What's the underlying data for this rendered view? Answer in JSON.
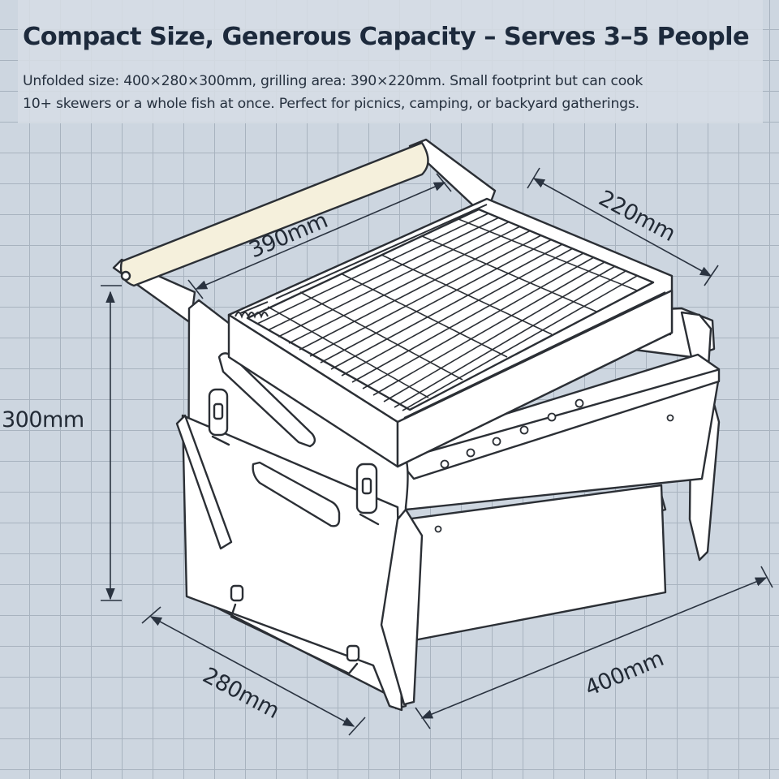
{
  "header": {
    "title": "Compact Size, Generous Capacity – Serves 3–5 People",
    "subtitle_line1": "Unfolded size: 400×280×300mm, grilling area: 390×220mm. Small footprint but can cook",
    "subtitle_line2": "10+ skewers or a whole fish at once. Perfect for picnics, camping, or backyard gatherings."
  },
  "dimensions": {
    "grill_width": "390mm",
    "grill_depth": "220mm",
    "height": "300mm",
    "depth": "280mm",
    "width": "400mm"
  },
  "colors": {
    "background": "#cdd6e0",
    "grid_line": "#a8b3bf",
    "outline": "#2b2f35",
    "metal": "#ffffff",
    "handle_wood": "#f5f0dc",
    "dimension_line": "#2a3340"
  }
}
